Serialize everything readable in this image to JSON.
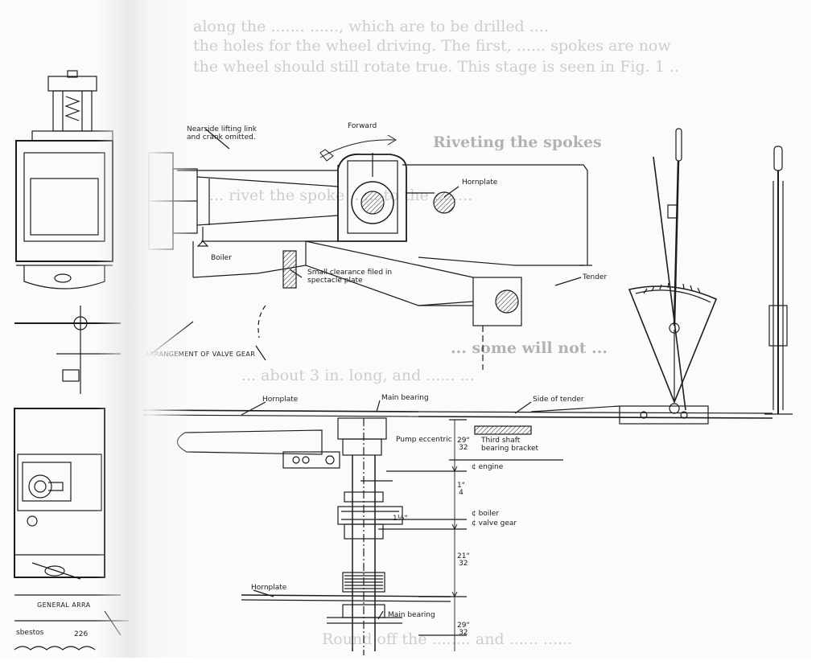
{
  "labels": {
    "lifting_link": "Nearside lifting link",
    "lifting_link_2": "and crank omitted.",
    "forward": "Forward",
    "hornplate_top": "Hornplate",
    "boiler": "Boiler",
    "small_clearance": "Small clearance filed in",
    "small_clearance_2": "spectacle plate",
    "tender": "Tender",
    "arrangement": "ARRANGEMENT OF VALVE GEAR",
    "hornplate_mid": "Hornplate",
    "main_bearing_mid": "Main bearing",
    "side_of_tender": "Side of tender",
    "pump_eccentric": "Pump eccentric",
    "dim_29_32_a": "29\"\n32",
    "third_shaft": "Third shaft",
    "third_shaft_2": "bearing bracket",
    "c_engine": "¢ engine",
    "dim_1_4": "1\"\n4",
    "dim_1_1_4": "1¼\"",
    "c_boiler": "¢ boiler",
    "c_valve_gear": "¢ valve gear",
    "dim_21_32": "21\"\n32",
    "hornplate_bot": "Hornplate",
    "main_bearing_bot": "Main bearing",
    "dim_29_32_b": "29\"\n32",
    "general_arr": "GENERAL ARRA",
    "asbestos": "sbestos",
    "dim_226": "226"
  },
  "ghost_text": {
    "line1": "along the ....... ......, which are to be drilled ....",
    "line2": "the holes for the wheel driving. The first, ...... spokes are now",
    "line3": "the wheel should still rotate true. This stage is seen in Fig. 1 ..",
    "heading": "Riveting the spokes",
    "mid1": "... rivet the spoke ...... to the ........",
    "mid2": "... some will not ...",
    "mid3": "... about 3 in. long, and ...... ...",
    "bottom": "Round off the ........ and ...... ......"
  }
}
